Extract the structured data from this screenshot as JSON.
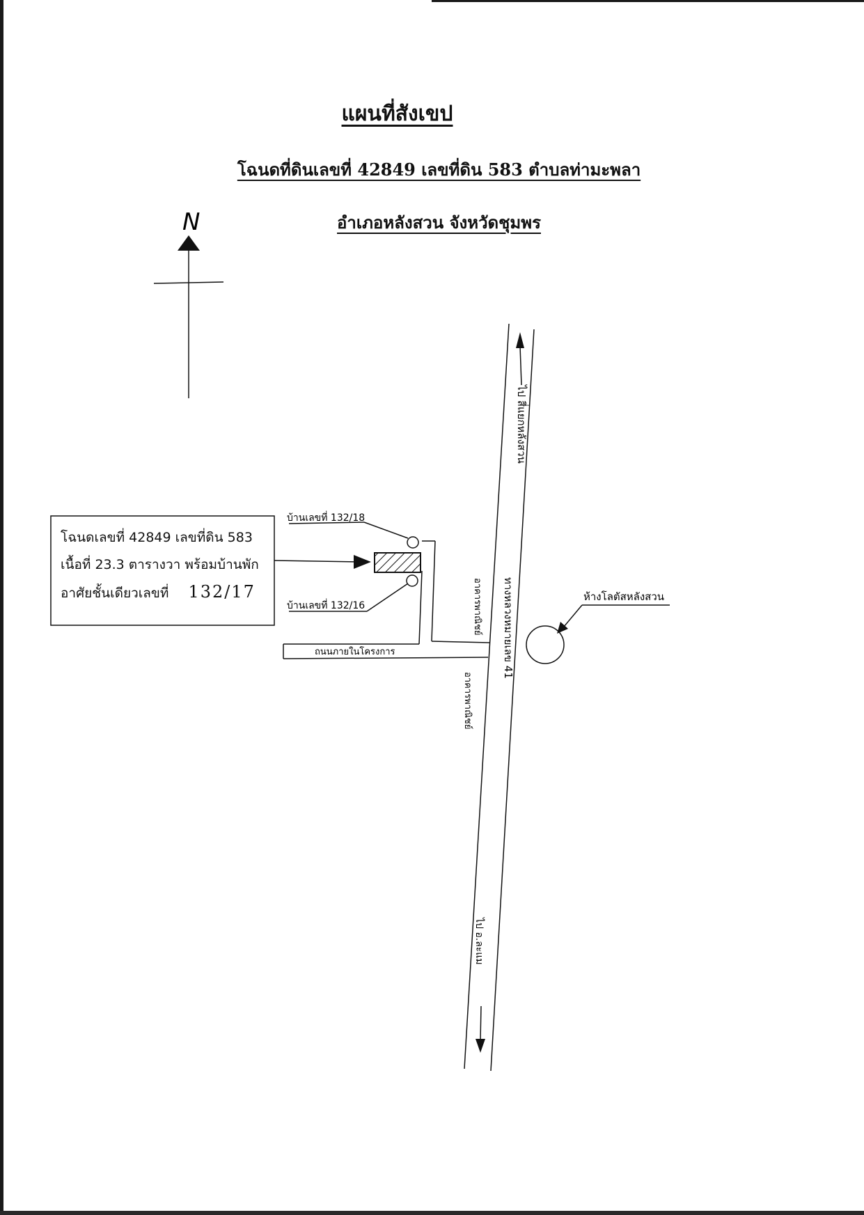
{
  "header": {
    "title": "แผนที่สังเขป",
    "deed_line": "โฉนดที่ดินเลขที่ 42849 เลขที่ดิน 583 ตำบลท่ามะพลา",
    "district_line": "อำเภอหลังสวน จังหวัดชุมพร"
  },
  "compass": {
    "north_label": "N"
  },
  "parcel_box": {
    "line1": "โฉนดเลขที่ 42849 เลขที่ดิน 583",
    "line2": "เนื้อที่ 23.3 ตารางวา พร้อมบ้านพัก",
    "line3_prefix": "อาศัยชั้นเดียวเลขที่",
    "house_number": "132/17"
  },
  "labels": {
    "house_north": "บ้านเลขที่ 132/18",
    "house_south": "บ้านเลขที่ 132/16",
    "internal_road": "ถนนภายในโครงการ",
    "highway": "ทางหลวงหมายเลข 41",
    "to_north": "ไป สี่แยกหลังสวน",
    "to_south": "ไป อ.ละแม",
    "commercial_1": "อาคารพาณิชย์",
    "commercial_2": "อาคารพาณิชย์",
    "landmark": "ห้างโลตัสหลังสวน"
  }
}
